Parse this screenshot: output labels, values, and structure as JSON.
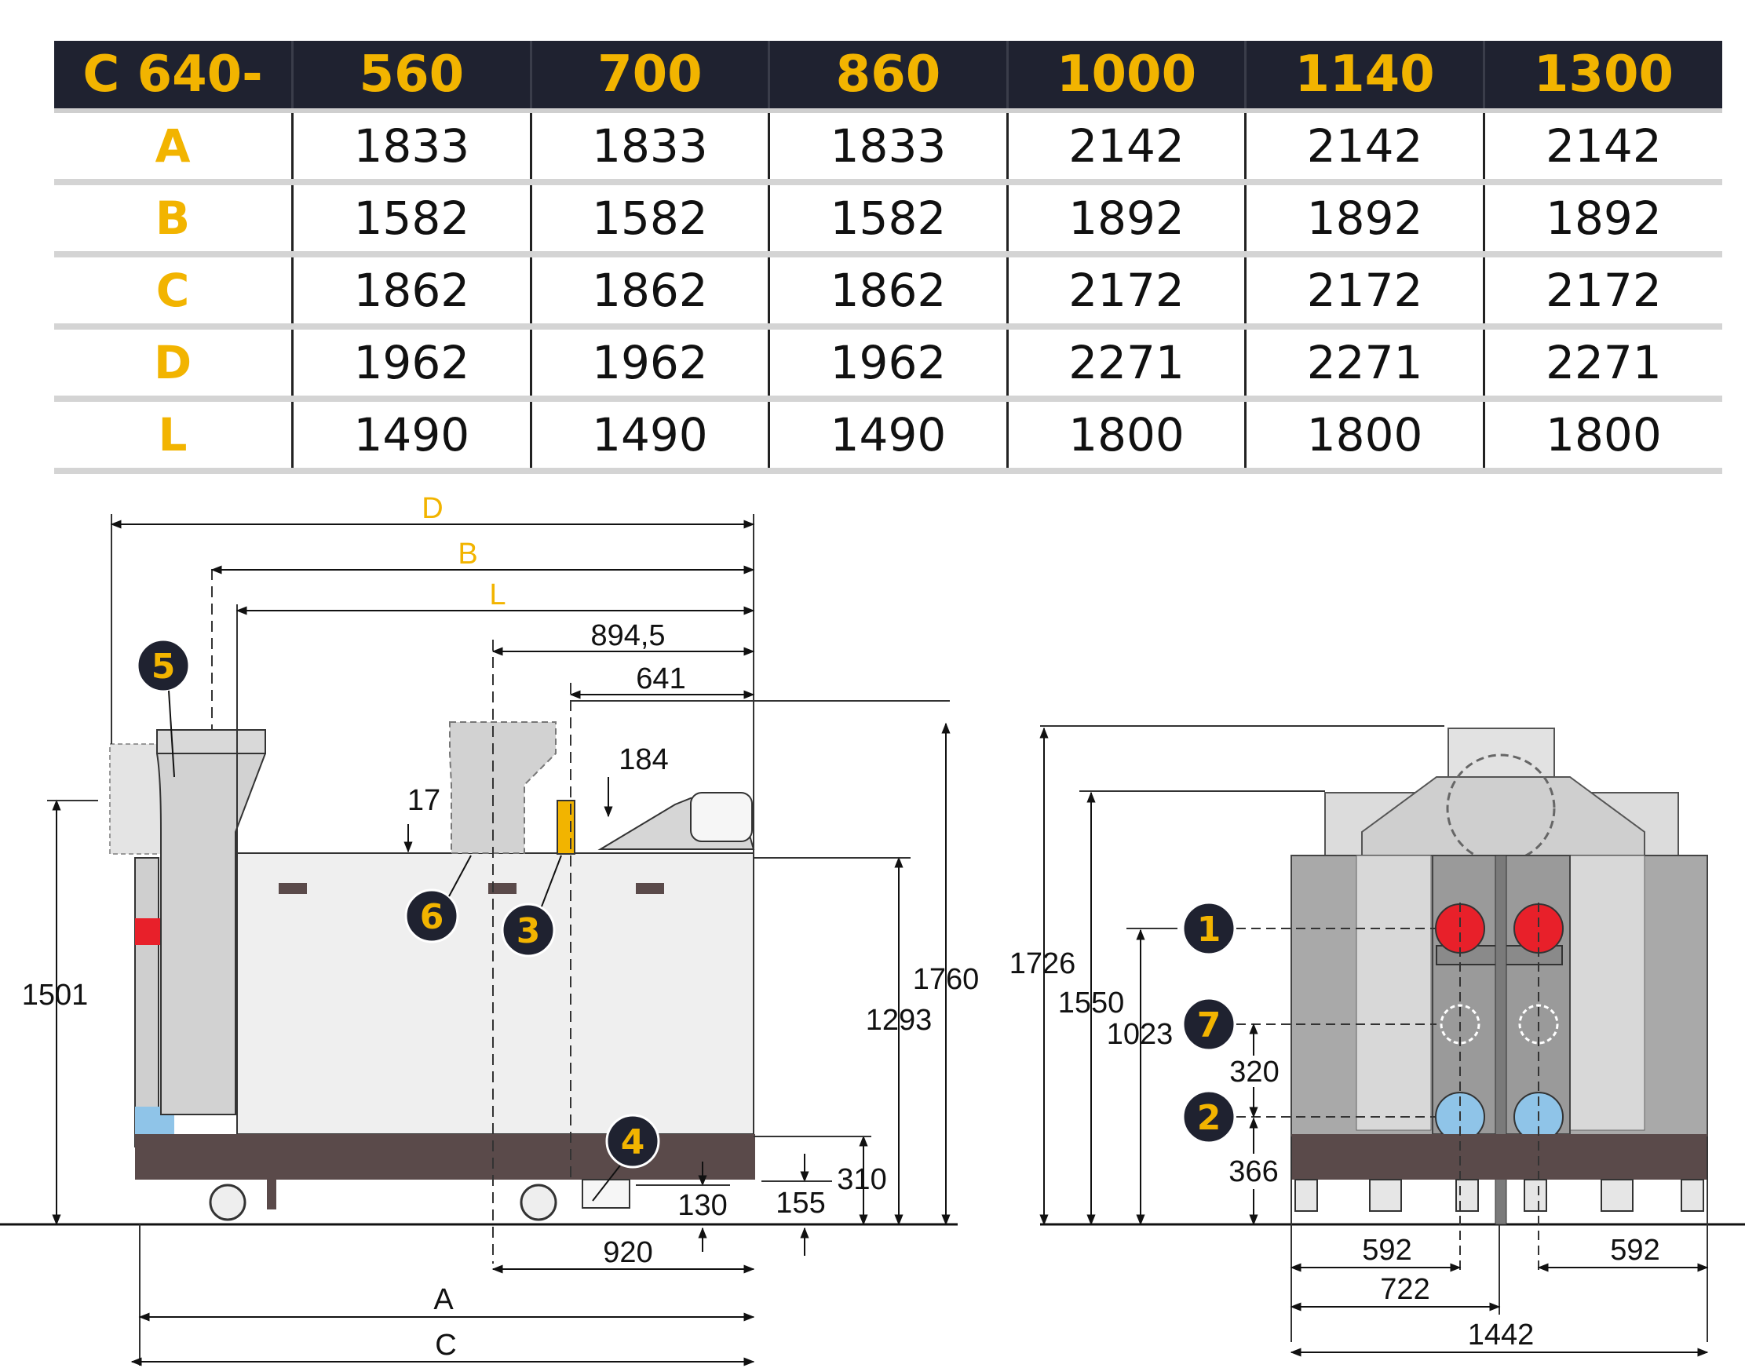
{
  "table": {
    "header": [
      "C 640-",
      "560",
      "700",
      "860",
      "1000",
      "1140",
      "1300"
    ],
    "rows": [
      {
        "label": "A",
        "values": [
          "1833",
          "1833",
          "1833",
          "2142",
          "2142",
          "2142"
        ]
      },
      {
        "label": "B",
        "values": [
          "1582",
          "1582",
          "1582",
          "1892",
          "1892",
          "1892"
        ]
      },
      {
        "label": "C",
        "values": [
          "1862",
          "1862",
          "1862",
          "2172",
          "2172",
          "2172"
        ]
      },
      {
        "label": "D",
        "values": [
          "1962",
          "1962",
          "1962",
          "2271",
          "2271",
          "2271"
        ]
      },
      {
        "label": "L",
        "values": [
          "1490",
          "1490",
          "1490",
          "1800",
          "1800",
          "1800"
        ]
      }
    ]
  },
  "side_view": {
    "dims": {
      "D": "D",
      "B": "B",
      "L": "L",
      "A": "A",
      "C": "C",
      "d894": "894,5",
      "d641": "641",
      "d184": "184",
      "d17": "17",
      "d1501": "1501",
      "d1760": "1760",
      "d1293": "1293",
      "d310": "310",
      "d155": "155",
      "d130": "130",
      "d920": "920"
    },
    "badges": [
      "5",
      "6",
      "3",
      "4"
    ]
  },
  "front_view": {
    "dims": {
      "d1726": "1726",
      "d1550": "1550",
      "d1023": "1023",
      "d320": "320",
      "d366": "366",
      "d592a": "592",
      "d592b": "592",
      "d722": "722",
      "d1442": "1442"
    },
    "badges": [
      "1",
      "7",
      "2"
    ]
  },
  "colors": {
    "header_bg": "#1f2230",
    "accent": "#f2b400",
    "base": "#5a4a4a",
    "body": "#efefef",
    "flue": "#d2d2d2",
    "flow_red": "#e8202a",
    "return_blue": "#8fc4e8"
  }
}
